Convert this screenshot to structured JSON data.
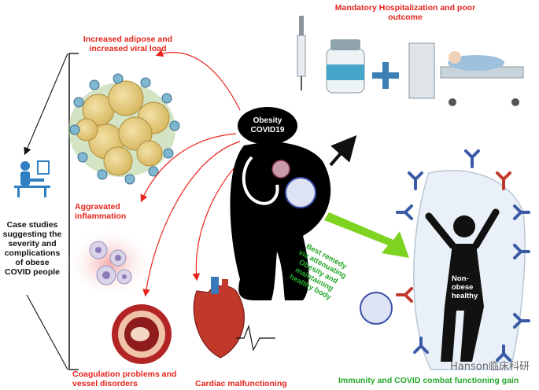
{
  "labels": {
    "adipose": "Increased adipose and increased viral load",
    "hospital": "Mandatory Hospitalization and poor outcome",
    "case_studies": "Case studies suggesting the severity and complications of obese COVID people",
    "inflammation": "Aggravated inflammation",
    "obesity_line1": "Obesity",
    "obesity_line2": "COVID19",
    "remedy": "Best remedy via attenuating Obesity and maintaining healthy body",
    "nonobese_line1": "Non-",
    "nonobese_line2": "obese",
    "nonobese_line3": "healthy",
    "coagulation": "Coagulation problems and vessel disorders",
    "cardiac": "Cardiac malfunctioning",
    "immunity": "Immunity and COVID combat functioning gain"
  },
  "watermark": "Hanson临床科研",
  "colors": {
    "red": "#e8241c",
    "green": "#25a82a",
    "green_arrow": "#7ed321",
    "virus_blue": "#3b4fa8",
    "antibody_blue": "#3a5aa6",
    "antibody_red": "#c0392b",
    "silhouette": "#000000",
    "fat": "#e6cf86",
    "cell_body": "#e9f0f7"
  }
}
